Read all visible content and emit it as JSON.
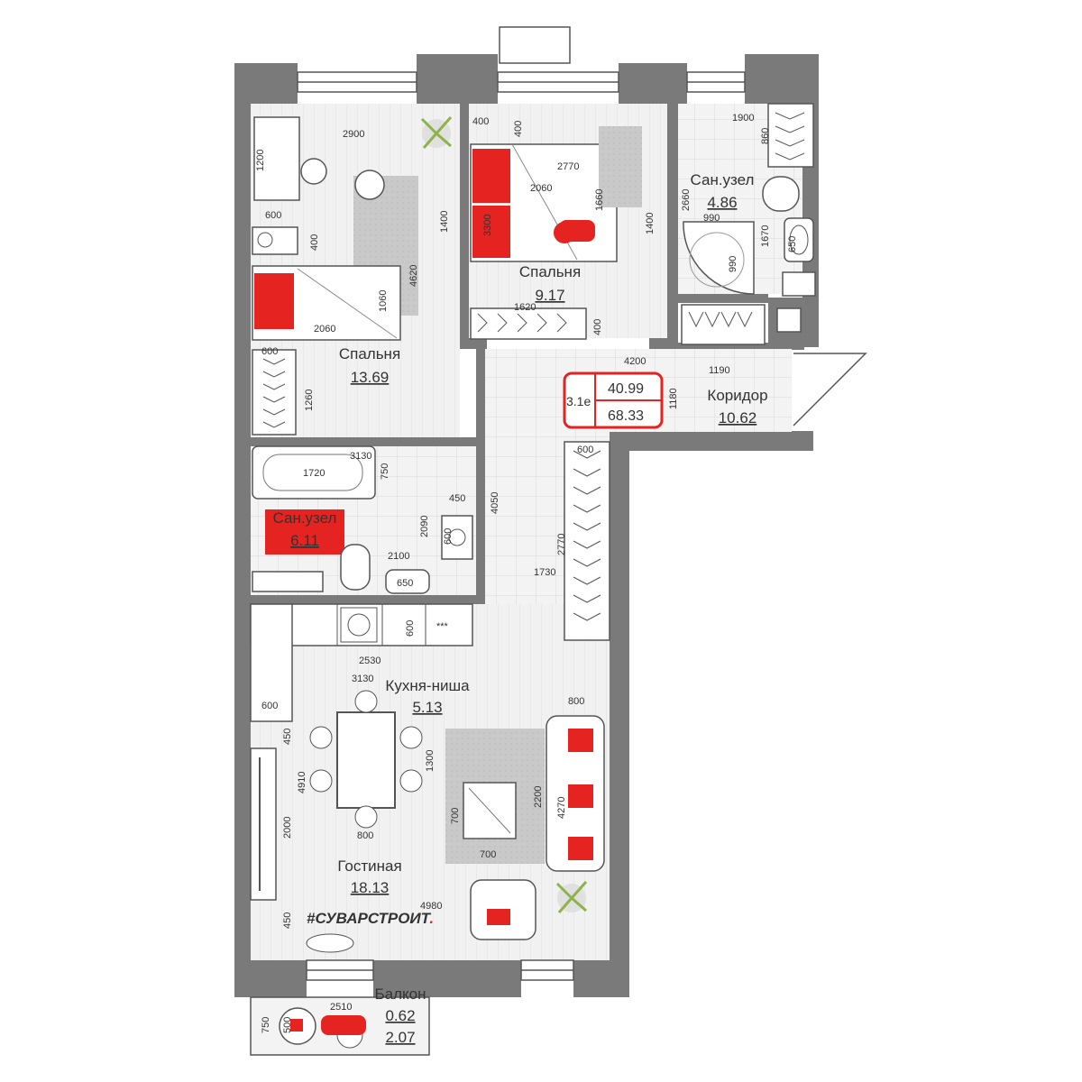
{
  "rooms": {
    "bedroom_large": {
      "name": "Спальня",
      "area": "13.69"
    },
    "bedroom_small": {
      "name": "Спальня",
      "area": "9.17"
    },
    "bath_top": {
      "name": "Сан.узел",
      "area": "4.86"
    },
    "corridor": {
      "name": "Коридор",
      "area": "10.62"
    },
    "bath_mid": {
      "name": "Сан.узел",
      "area": "6.11"
    },
    "kitchen": {
      "name": "Кухня-ниша",
      "area": "5.13"
    },
    "living": {
      "name": "Гостиная",
      "area": "18.13"
    },
    "balcony": {
      "name": "Балкон",
      "area": "0.62",
      "area2": "2.07"
    }
  },
  "legend": {
    "code": "3.1e",
    "living_area": "40.99",
    "total_area": "68.33"
  },
  "brand": {
    "text": "#СУВАРСТРОИТ",
    "accent_dot": "."
  },
  "dimensions": {
    "d2900": "2900",
    "d1200": "1200",
    "d600_a": "600",
    "d400_a": "400",
    "d1400_a": "1400",
    "d4620": "4620",
    "d1060": "1060",
    "d2060_a": "2060",
    "d600_b": "600",
    "d1260": "1260",
    "d400_b": "400",
    "d400_c": "400",
    "d2770_a": "2770",
    "d2060_b": "2060",
    "d1660": "1660",
    "d3300": "3300",
    "d1400_b": "1400",
    "d1620": "1620",
    "d400_d": "400",
    "d1900": "1900",
    "d860": "860",
    "d2660": "2660",
    "d990_a": "990",
    "d1670": "1670",
    "d650_a": "650",
    "d990_b": "990",
    "d4200": "4200",
    "d1190": "1190",
    "d1180": "1180",
    "d3130_a": "3130",
    "d1720": "1720",
    "d750_a": "750",
    "d450_a": "450",
    "d2090": "2090",
    "d4050": "4050",
    "d600_c": "600",
    "d2100": "2100",
    "d650_b": "650",
    "d600_d": "600",
    "d2770_b": "2770",
    "d1730": "1730",
    "d600_e": "600",
    "d2530": "2530",
    "d3130_b": "3130",
    "d600_f": "600",
    "d800_a": "800",
    "d450_b": "450",
    "d4910": "4910",
    "d1300": "1300",
    "d2200": "2200",
    "d4270": "4270",
    "d2000": "2000",
    "d700_a": "700",
    "d800_b": "800",
    "d700_b": "700",
    "d4980": "4980",
    "d450_c": "450",
    "d2510": "2510",
    "d750_b": "750",
    "d500": "500"
  },
  "colors": {
    "wall": "#7a7a7a",
    "floor_light": "#ececec",
    "rug": "#c8c8c8",
    "accent": "#e52421",
    "outline": "#555555"
  },
  "icons": [
    "plant-icon",
    "cat-icon",
    "person-icon",
    "coffee-cup-icon",
    "toilet-icon",
    "sink-icon",
    "shower-icon",
    "bathtub-icon",
    "washing-machine-icon",
    "stove-icon",
    "sofa-icon",
    "armchair-icon",
    "dining-table-icon",
    "bed-icon",
    "wardrobe-icon"
  ]
}
